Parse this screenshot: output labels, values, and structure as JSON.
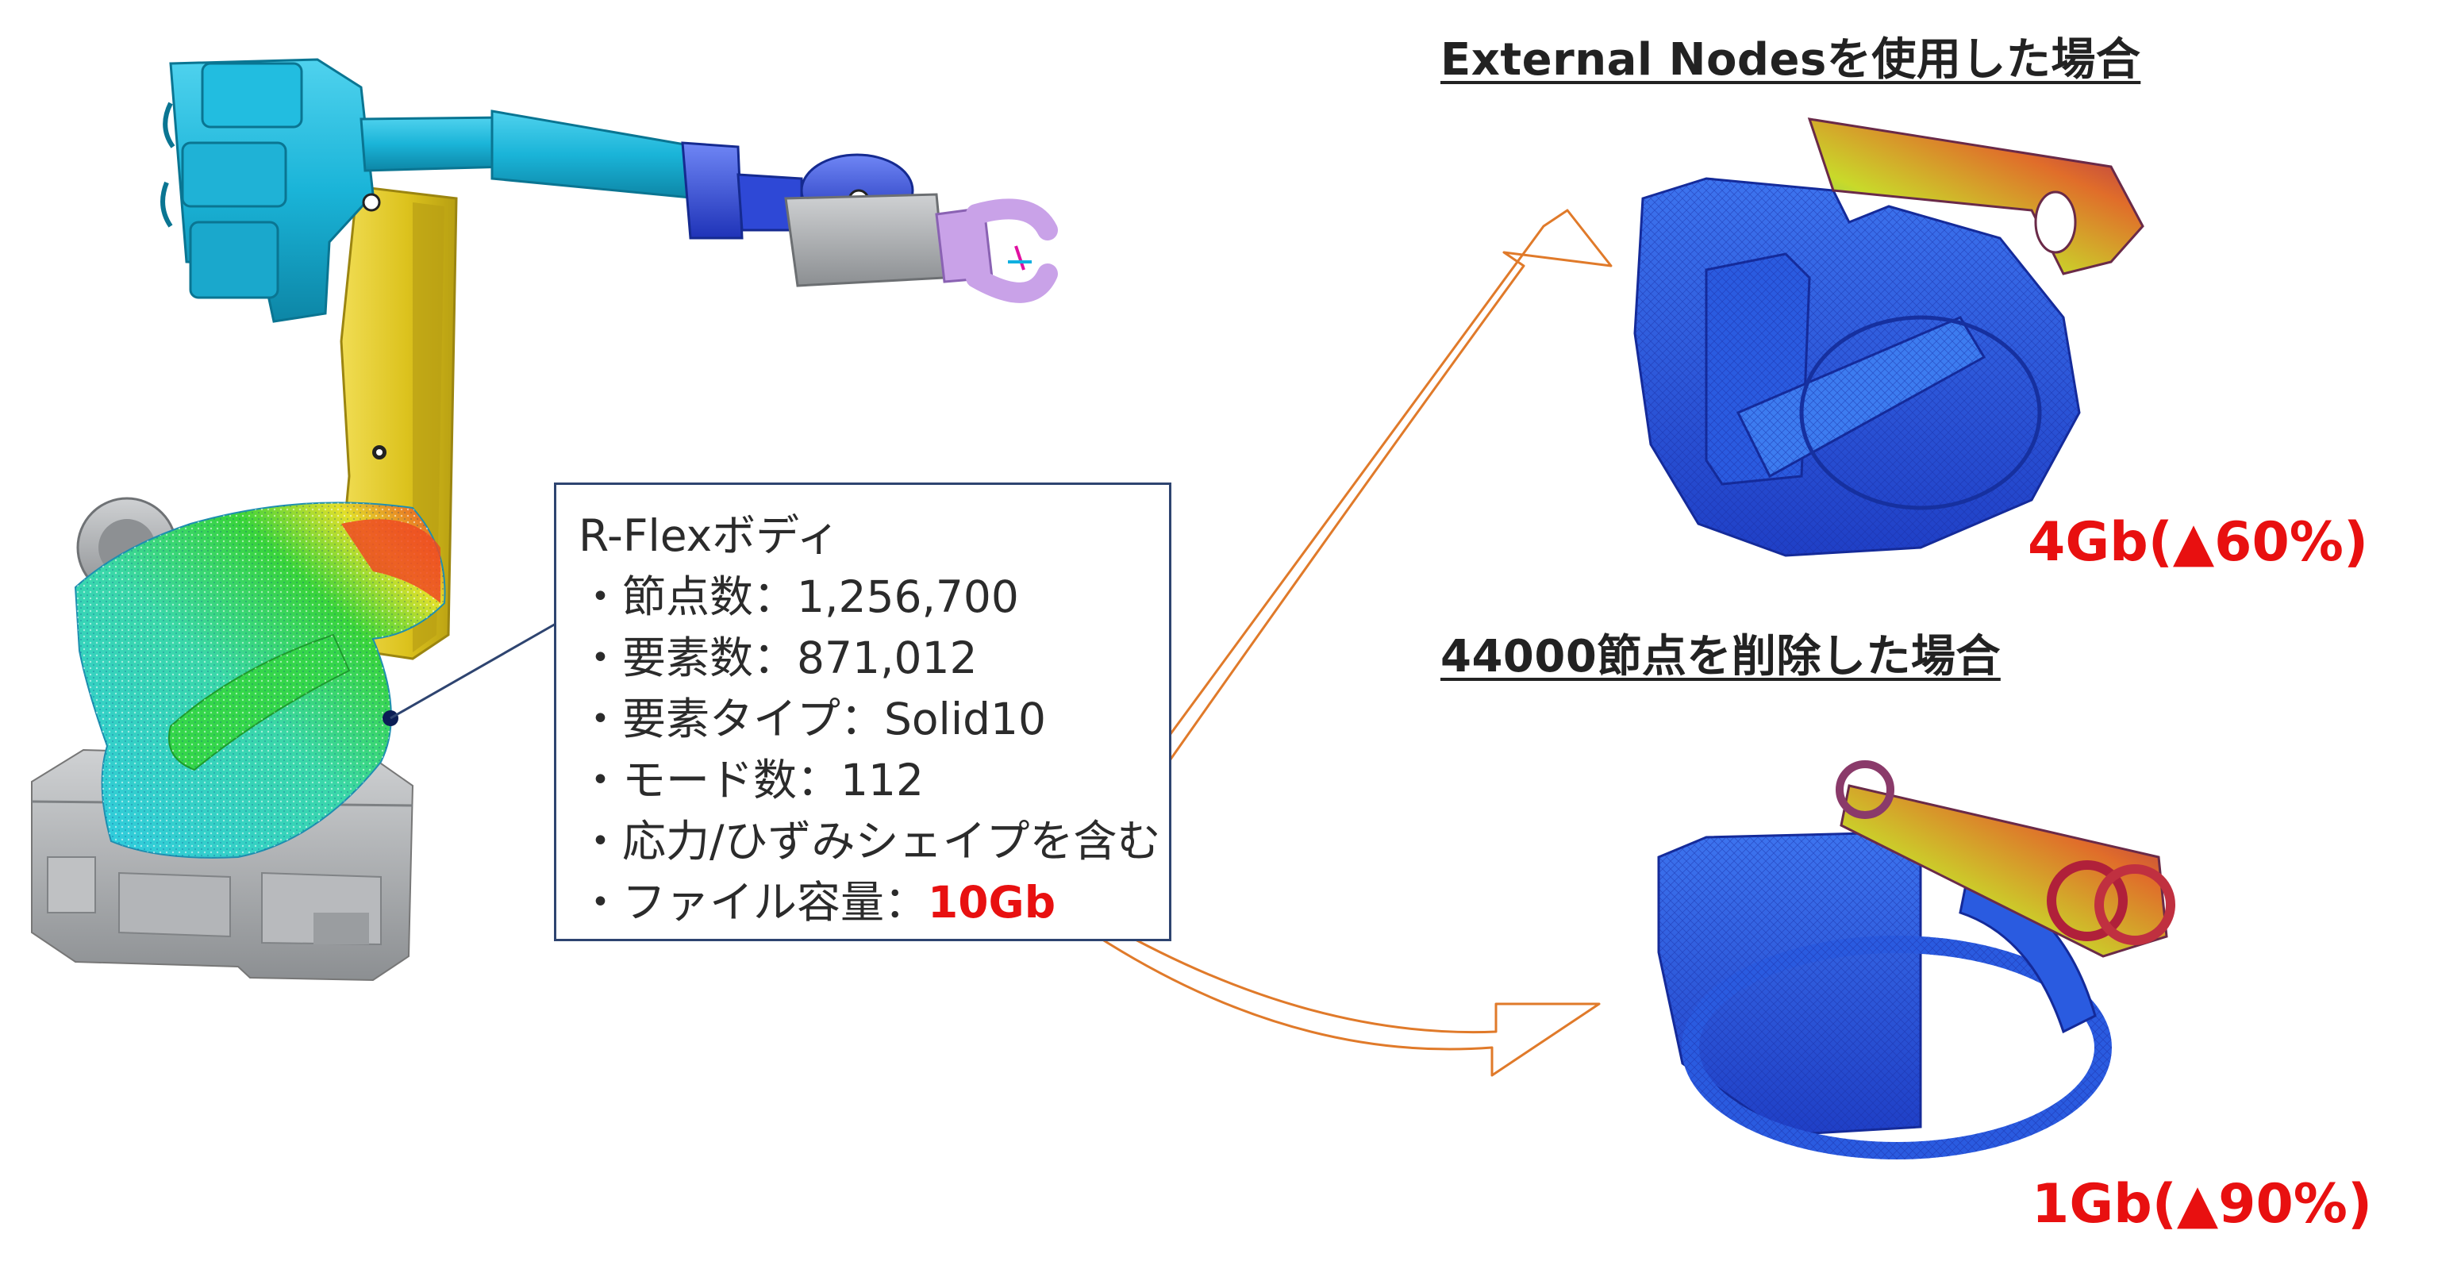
{
  "heading_external": "External Nodesを使用した場合",
  "heading_delete": "44000節点を削除した場合",
  "result_external": "4Gb(▲60%)",
  "result_delete": "1Gb(▲90%)",
  "spec_box": {
    "title": "R-Flexボディ",
    "lines": [
      "・節点数：1,256,700",
      "・要素数：871,012",
      "・要素タイプ：Solid10",
      "・モード数：112",
      "・応力/ひずみシェイプを含む"
    ],
    "filesize_label": "・ファイル容量：",
    "filesize_value": "10Gb"
  },
  "colors": {
    "robot_cyan": "#1ab4d8",
    "robot_yellow": "#e6cf2a",
    "robot_blue": "#2d4ad8",
    "robot_gray": "#a5a8aa",
    "gripper_violet": "#c9a2e8",
    "mesh_blue": "#2a5be0",
    "arrow_orange": "#e07a2a",
    "box_border": "#2e4470",
    "highlight_red": "#e81010"
  }
}
